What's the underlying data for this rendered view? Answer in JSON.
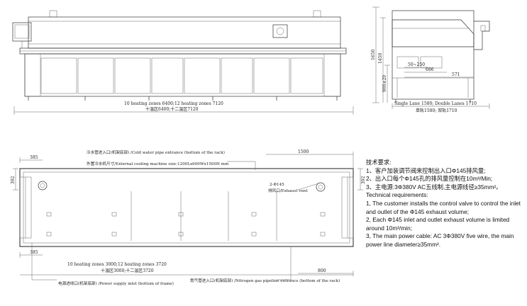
{
  "front_view": {
    "length_text": "10 heating zones 6400;12 heating zones 7120",
    "length_text_cn": "十温区6400;十二温区7120"
  },
  "side_view": {
    "height_total": "1650",
    "height_upper": "1450",
    "height_conveyor": "900±20",
    "dim_50_250": "50~250",
    "dim_686": "686",
    "dim_571": "571",
    "width_text": "Single Lane 1580; Double Lanes 1710",
    "width_text_cn": "单轨1580; 双轨1710"
  },
  "top_view": {
    "dim_385_top": "385",
    "dim_1500": "1500",
    "dim_392_left": "392",
    "dim_392_right": "392",
    "dim_385_bottom": "385",
    "dim_800": "800",
    "cold_water_label": "冷水管进入口(机架底部) /Cold water pipe entrance (bottom of the rack)",
    "cooling_machine_label": "外置冷水机尺寸/External cooling machine size:1200Lx600Wx1500H mm",
    "exhaust_dia": "2-Φ145",
    "exhaust_label": "排风口/Exhaust vent",
    "length_text": "10 heating zones 3000;12 heating zones 3720",
    "length_text_cn": "十温区3000;十二温区3720",
    "power_label": "电源进线口(机架底部) /Power supply inlet (bottom of frame)",
    "nitrogen_label": "氮气管进入口(机架底部) /Nitrogen gas pipeline entrance (bottom of the rack)"
  },
  "tech": {
    "title_cn": "技术要求:",
    "cn_1": "1、客户加装调节阀来控制出入口Φ145排风量;",
    "cn_2": "2、出入口每个Φ145孔的排风量控制在10m³/Min;",
    "cn_3": "3、主电源:3Φ380V AC五线制,主电源线径≥35mm²。",
    "title_en": "Technical requirements:",
    "en_1": "1, The customer installs the control valve to control the inlet and outlet of the Φ145 exhaust volume;",
    "en_2": "2, Each Φ145 inlet and outlet exhaust volume is limited around 10m³/min;",
    "en_3": "3, The main power cable: AC 3Φ380V five wire, the main power line diameter≥35mm²."
  }
}
